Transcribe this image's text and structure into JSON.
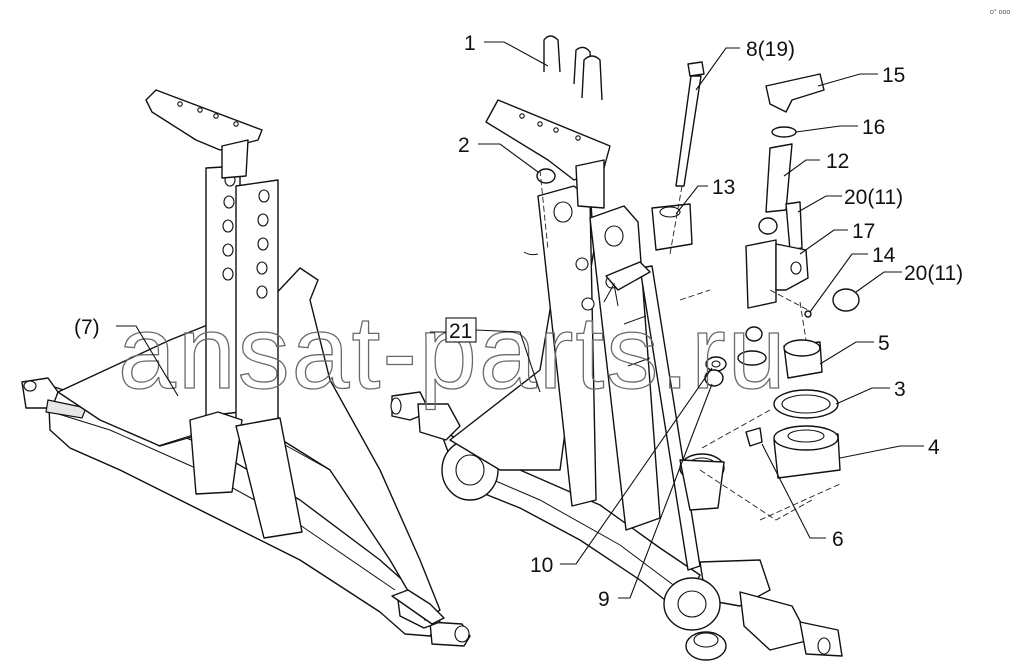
{
  "diagram": {
    "watermark": "ansat-parts.ru",
    "corner_mark": "o° ooo",
    "callouts": [
      {
        "id": "1",
        "text": "1"
      },
      {
        "id": "2",
        "text": "2"
      },
      {
        "id": "3",
        "text": "3"
      },
      {
        "id": "4",
        "text": "4"
      },
      {
        "id": "5",
        "text": "5"
      },
      {
        "id": "6",
        "text": "6"
      },
      {
        "id": "7",
        "text": "(7)"
      },
      {
        "id": "8",
        "text": "8(19)"
      },
      {
        "id": "9",
        "text": "9"
      },
      {
        "id": "10",
        "text": "10"
      },
      {
        "id": "12",
        "text": "12"
      },
      {
        "id": "13",
        "text": "13"
      },
      {
        "id": "14",
        "text": "14"
      },
      {
        "id": "15",
        "text": "15"
      },
      {
        "id": "16",
        "text": "16"
      },
      {
        "id": "17",
        "text": "17"
      },
      {
        "id": "20a",
        "text": "20(11)"
      },
      {
        "id": "20b",
        "text": "20(11)"
      },
      {
        "id": "21",
        "text": "21"
      }
    ]
  }
}
